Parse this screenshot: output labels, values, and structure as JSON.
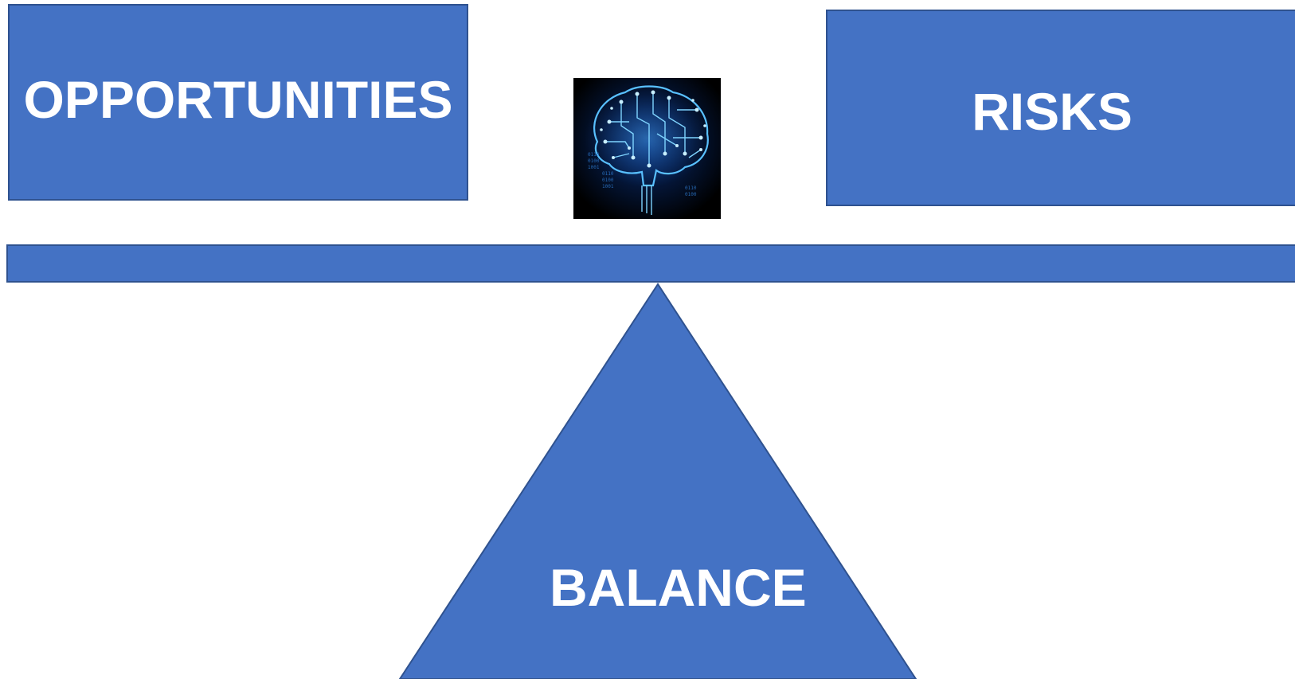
{
  "diagram": {
    "left_box": {
      "label": "OPPORTUNITIES"
    },
    "right_box": {
      "label": "RISKS"
    },
    "fulcrum": {
      "label": "BALANCE"
    },
    "center_image": {
      "icon": "circuit-brain-icon"
    }
  },
  "colors": {
    "fill": "#4472C4",
    "stroke": "#2F528F",
    "text": "#FFFFFF",
    "brain_glow": "#3FA9FF"
  }
}
